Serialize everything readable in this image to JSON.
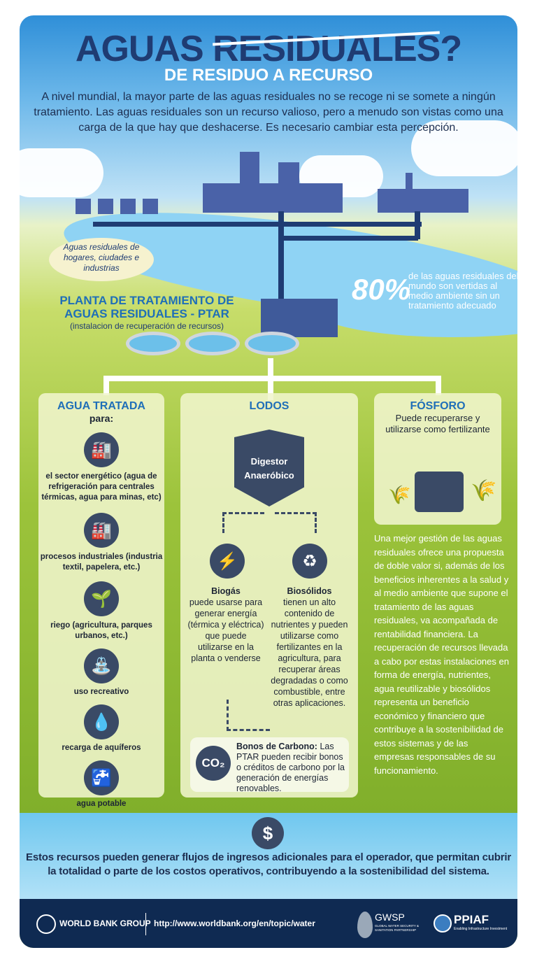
{
  "header": {
    "title_pre": "AGUAS ",
    "title_strike": "RESIDUALES",
    "title_post": "?",
    "subtitle": "DE RESIDUO A RECURSO",
    "intro": "A nivel mundial, la mayor parte de las aguas residuales no se recoge ni se somete a ningún tratamiento. Las aguas residuales son un recurso valioso, pero a menudo son vistas como una carga de la que hay que deshacerse. Es necesario cambiar esta percepción."
  },
  "scene": {
    "source_label": "Aguas residuales de hogares, ciudades e industrias",
    "stat_value": "80%",
    "stat_text": "de las aguas residuales del mundo son vertidas al medio ambiente sin un tratamiento adecuado",
    "plant_title": "PLANTA DE TRATAMIENTO DE AGUAS RESIDUALES - PTAR",
    "plant_subtitle": "(instalacion de recuperación de recursos)"
  },
  "agua": {
    "title": "AGUA TRATADA",
    "subtitle": "para:",
    "items": [
      {
        "icon": "power-plant-icon",
        "label": "el sector energético (agua de refrigeración para centrales térmicas, agua para minas, etc)"
      },
      {
        "icon": "factory-icon",
        "label": "procesos industriales (industria textil, papelera, etc.)"
      },
      {
        "icon": "plant-icon",
        "label": "riego (agricultura, parques urbanos, etc.)"
      },
      {
        "icon": "fountain-icon",
        "label": "uso recreativo"
      },
      {
        "icon": "water-drop-icon",
        "label": "recarga de aquíferos"
      },
      {
        "icon": "faucet-icon",
        "label": "agua potable"
      }
    ]
  },
  "lodos": {
    "title": "LODOS",
    "digestor": "Digestor Anaeróbico",
    "biogas_title": "Biogás",
    "biogas_text": "puede usarse para generar energía (térmica y eléctrica) que puede utilizarse en la planta o venderse",
    "bios_title": "Biosólidos",
    "bios_text": "tienen un alto contenido de nutrientes y pueden utilizarse como fertilizantes en la agricultura, para recuperar áreas degradadas o como combustible, entre otras aplicaciones.",
    "co2_icon": "CO₂",
    "bonos_title": "Bonos de Carbono:",
    "bonos_text": " Las PTAR pueden recibir bonos o créditos de carbono por la generación de energías renovables."
  },
  "fosforo": {
    "title": "FÓSFORO",
    "text": "Puede recuperarse y utilizarse como fertilizante"
  },
  "right_text": "Una mejor gestión de las aguas residuales ofrece una propuesta de doble valor si, además de los beneficios inherentes a la salud y al medio ambiente que supone el tratamiento de las aguas residuales, va acompañada de rentabilidad financiera. La recuperación de recursos llevada a cabo por estas instalaciones en forma de energía, nutrientes, agua reutilizable y biosólidos representa un beneficio económico y financiero que contribuye a la sostenibilidad de estos sistemas y de las empresas responsables de su funcionamiento.",
  "bottom": {
    "icon": "$",
    "text": "Estos recursos pueden generar flujos de ingresos adicionales para el operador, que permitan cubrir la totalidad o parte de los costos operativos, contribuyendo a la sostenibilidad del sistema."
  },
  "footer": {
    "wbg": "WORLD BANK GROUP",
    "url": "http://www.worldbank.org/en/topic/water",
    "gwsp": "GWSP",
    "gwsp_sub": "GLOBAL WATER SECURITY & SANITATION PARTNERSHIP",
    "ppiaf": "PPIAF",
    "ppiaf_sub": "Enabling Infrastructure Investment"
  },
  "colors": {
    "navy": "#1f3c73",
    "blue": "#1f6fb8",
    "footer": "#0f2a52",
    "green": "#9cc33b"
  }
}
